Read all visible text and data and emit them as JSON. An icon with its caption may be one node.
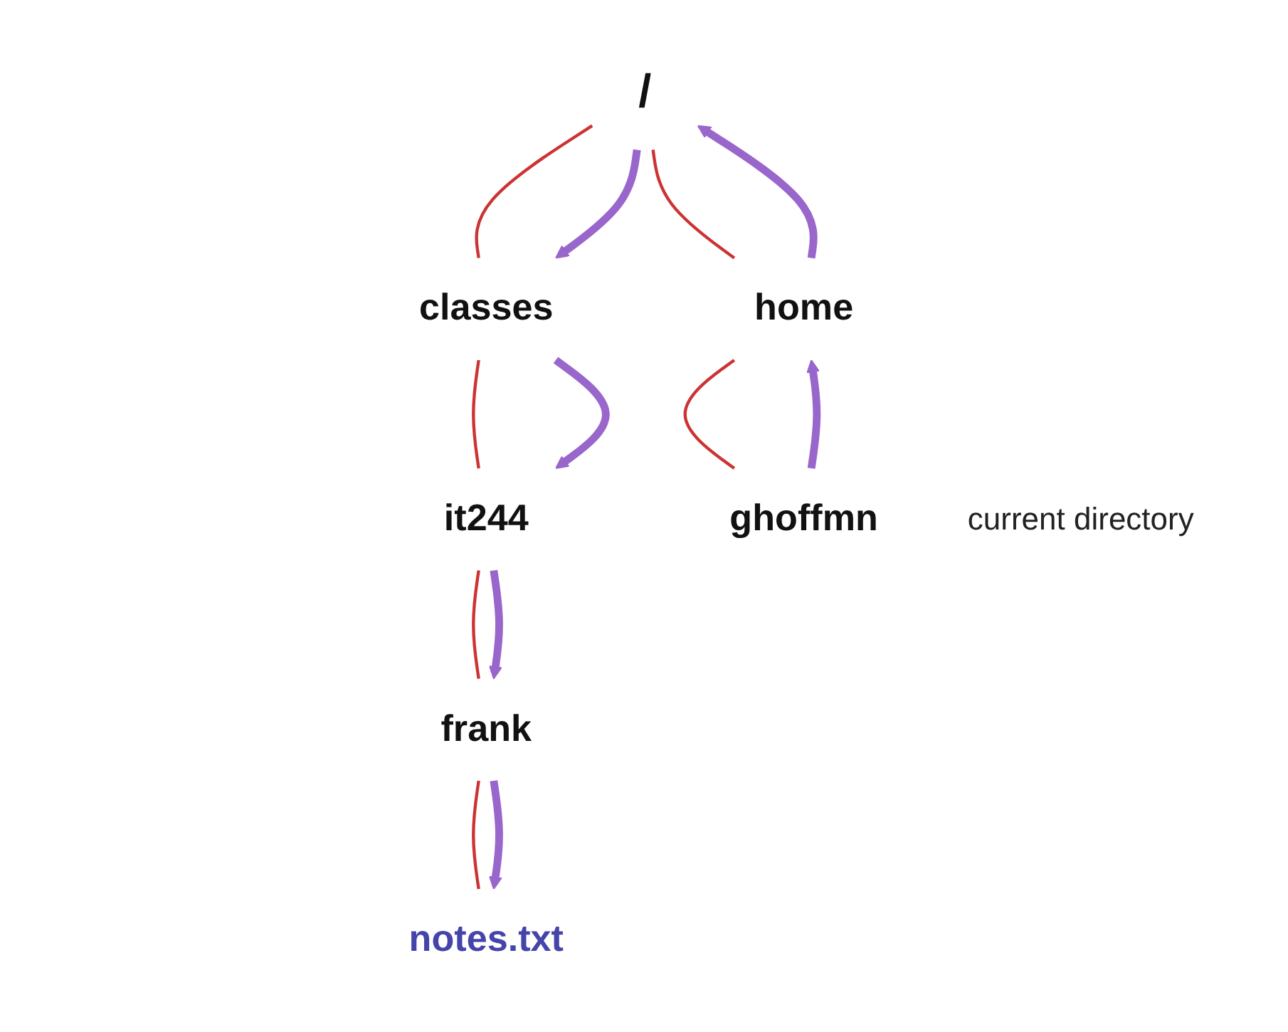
{
  "diagram": {
    "nodes": [
      {
        "text": [
          "/"
        ]
      },
      {
        "text": [
          "classes"
        ]
      },
      {
        "text": [
          "home"
        ]
      },
      {
        "text": [
          "it244"
        ]
      },
      {
        "text": [
          "ghoffmn"
        ],
        "beside": [
          "current directory"
        ]
      },
      {
        "text": [
          "frank"
        ]
      },
      {
        "text": [
          "notes.txt"
        ]
      }
    ],
    "edges": [
      {
        "from": 0,
        "to": 1,
        "arrow": "none",
        "color": "#cc3333"
      },
      {
        "from": 0,
        "to": 2,
        "arrow": "none",
        "color": "#cc3333"
      },
      {
        "from": 1,
        "to": 3,
        "arrow": "none",
        "color": "#cc3333"
      },
      {
        "from": 2,
        "to": 4,
        "arrow": "none",
        "color": "#cc3333"
      },
      {
        "from": 3,
        "to": 5,
        "arrow": "none",
        "color": "#cc3333"
      },
      {
        "from": 5,
        "to": 6,
        "arrow": "none",
        "color": "#cc3333"
      },
      {
        "from": 4,
        "to": 2,
        "arrow": "to",
        "style": "thick",
        "color": "#9966cc"
      },
      {
        "from": 2,
        "to": 0,
        "arrow": "to",
        "style": "thick",
        "color": "#9966cc"
      },
      {
        "from": 0,
        "to": 1,
        "arrow": "to",
        "style": "thick",
        "color": "#9966cc"
      },
      {
        "from": 1,
        "to": 3,
        "arrow": "to",
        "style": "thick",
        "color": "#9966cc"
      },
      {
        "from": 3,
        "to": 5,
        "arrow": "to",
        "style": "thick",
        "color": "#9966cc"
      },
      {
        "from": 5,
        "to": 6,
        "arrow": "to",
        "style": "thick",
        "color": "#9966cc"
      }
    ]
  }
}
